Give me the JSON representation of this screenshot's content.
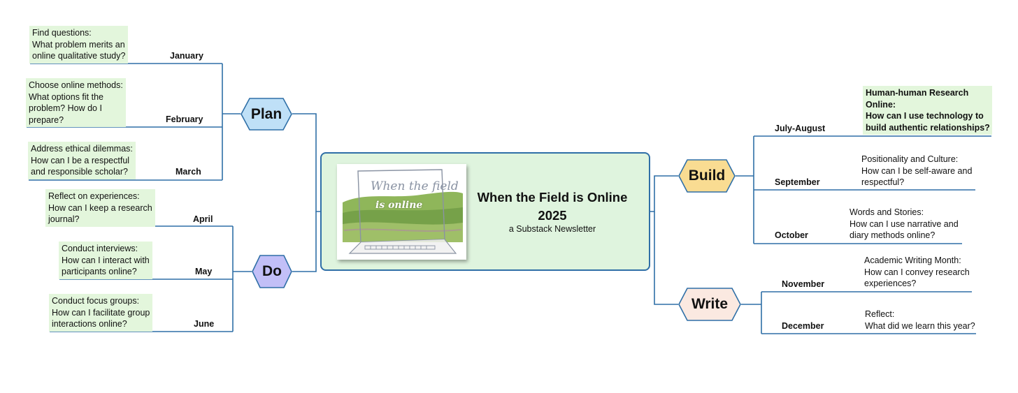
{
  "center": {
    "title_line1": "When the Field is Online",
    "title_line2": "2025",
    "subtitle": "a Substack Newsletter",
    "image_text_line1": "When the field",
    "image_text_line2": "is online"
  },
  "branches": {
    "plan": "Plan",
    "do": "Do",
    "build": "Build",
    "write": "Write"
  },
  "colors": {
    "connector": "#2f6fa7",
    "plan_fill": "#bfe0f7",
    "do_fill": "#c2bff7",
    "build_fill": "#f9dc92",
    "write_fill": "#fbe9e1",
    "center_fill": "#dff4de",
    "topic_fill": "#e3f6dc"
  },
  "months": {
    "january": "January",
    "february": "February",
    "march": "March",
    "april": "April",
    "may": "May",
    "june": "June",
    "july_august": "July-August",
    "september": "September",
    "october": "October",
    "november": "November",
    "december": "December"
  },
  "topics": {
    "january": [
      "Find questions:",
      "What problem merits an",
      "online qualitative study?"
    ],
    "february": [
      "Choose online methods:",
      "What options fit the",
      "problem? How do I",
      "prepare?"
    ],
    "march": [
      "Address ethical dilemmas:",
      "How can I be a respectful",
      "and responsible scholar?"
    ],
    "april": [
      "Reflect on experiences:",
      "How can I keep a research",
      "journal?"
    ],
    "may": [
      "Conduct interviews:",
      "How can I interact with",
      "participants online?"
    ],
    "june": [
      "Conduct focus groups:",
      "How can I facilitate group",
      "interactions online?"
    ],
    "july_august": [
      "Human-human Research",
      "Online:",
      "How can I use technology to",
      "build authentic relationships?"
    ],
    "september": [
      "Positionality and Culture:",
      "How can I be self-aware and",
      "respectful?"
    ],
    "october": [
      "Words and Stories:",
      "How can I use narrative and",
      "diary methods online?"
    ],
    "november": [
      "Academic Writing Month:",
      "How can I convey research",
      "experiences?"
    ],
    "december": [
      "Reflect:",
      "What did we learn this year?"
    ]
  }
}
